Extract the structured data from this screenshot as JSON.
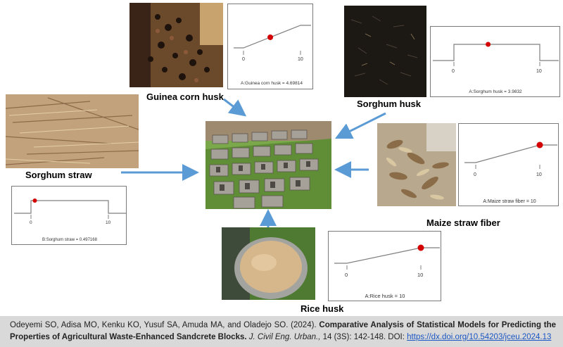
{
  "materials": {
    "guinea_corn": {
      "label": "Guinea corn husk",
      "factor_text": "A:Guinea corn husk = 4.69814",
      "axis_min": "0",
      "axis_max": "10",
      "value": 4.69814
    },
    "sorghum_husk": {
      "label": "Sorghum husk",
      "factor_text": "A:Sorghum husk = 3.9832",
      "axis_min": "0",
      "axis_max": "10",
      "value": 3.9832
    },
    "sorghum_straw": {
      "label": "Sorghum straw",
      "factor_text": "B:Sorghum straw = 0.497168",
      "axis_min": "0",
      "axis_max": "10",
      "value": 0.497168
    },
    "maize": {
      "label": "Maize straw fiber",
      "factor_text": "A:Maize straw fiber = 10",
      "axis_min": "0",
      "axis_max": "10",
      "value": 10
    },
    "rice": {
      "label": "Rice husk",
      "factor_text": "A:Rice husk = 10",
      "axis_min": "0",
      "axis_max": "10",
      "value": 10
    }
  },
  "caption": {
    "authors": "Odeyemi SO, Adisa MO, Kenku KO, Yusuf SA, Amuda MA, and Oladejo SO. (2024).",
    "title": "Comparative Analysis of Statistical Models for Predicting the Properties of Agricultural Waste-Enhanced Sandcrete Blocks.",
    "journal": "J. Civil Eng. Urban.,",
    "volume": "14 (3S): 142-148. DOI:",
    "doi": "https://dx.doi.org/10.54203/jceu.2024.13"
  },
  "colors": {
    "marker": "#d40000",
    "arrow": "#5b9bd5",
    "caption_bg": "#d9d9d9",
    "link": "#1a56c4"
  }
}
